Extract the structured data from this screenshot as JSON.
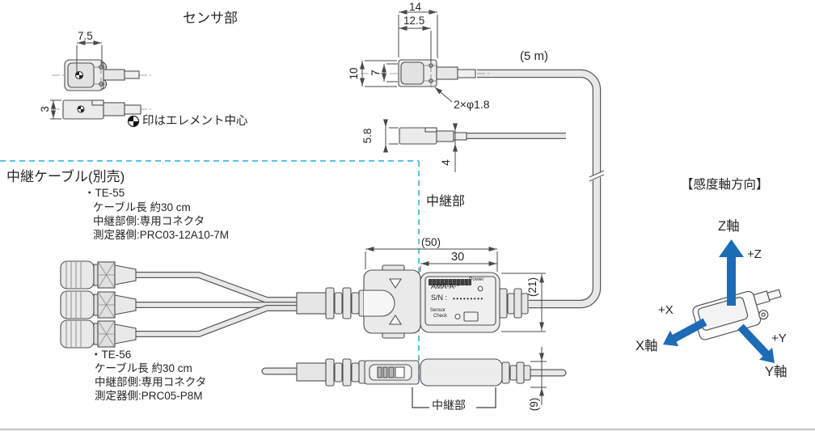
{
  "colors": {
    "line": "#4a4a4a",
    "accent_dashed_cyan": "#59c5df",
    "axis_arrow_blue": "#1b6cb5",
    "part_fill": "#ebebeb",
    "separator": "#c9c9c9"
  },
  "sensor_section": {
    "title": "センサ部",
    "element_note": "印はエレメント中心",
    "dim_top_width": "7.5",
    "dim_side_height": "3"
  },
  "main_sensor": {
    "dim_width": "14",
    "dim_inner_width": "12.5",
    "dim_height": "10",
    "dim_inner_height": "7",
    "cable_length": "(5 m)",
    "holes": "2×φ1.8",
    "dim_side_height": "5.8",
    "dim_connector_height": "4"
  },
  "relay_cable": {
    "title": "中継ケーブル(別売)",
    "te55": {
      "model": "・TE-55",
      "length": "ケーブル長 約30 cm",
      "relay_side": "中継部側:専用コネクタ",
      "instrument_side": "測定器側:PRC03-12A10-7M"
    },
    "te56": {
      "model": "・TE-56",
      "length": "ケーブル長 約30 cm",
      "relay_side": "中継部側:専用コネクタ",
      "instrument_side": "測定器側:PRC05-P8M"
    }
  },
  "relay_unit": {
    "title": "中継部",
    "bracket_label": "中継部",
    "dim_total": "(50)",
    "dim_body": "30",
    "dim_height": "(21)",
    "dim_side_height": "(9)",
    "label": {
      "model": "AMA-A-*",
      "power": "Power",
      "serial": "S/N :",
      "serial_dots": "•••••••••",
      "check1": "Sensor",
      "check2": "Check"
    }
  },
  "axes": {
    "title": "【感度軸方向】",
    "z": "Z軸",
    "zp": "+Z",
    "x": "X軸",
    "xp": "+X",
    "y": "Y軸",
    "yp": "+Y"
  }
}
